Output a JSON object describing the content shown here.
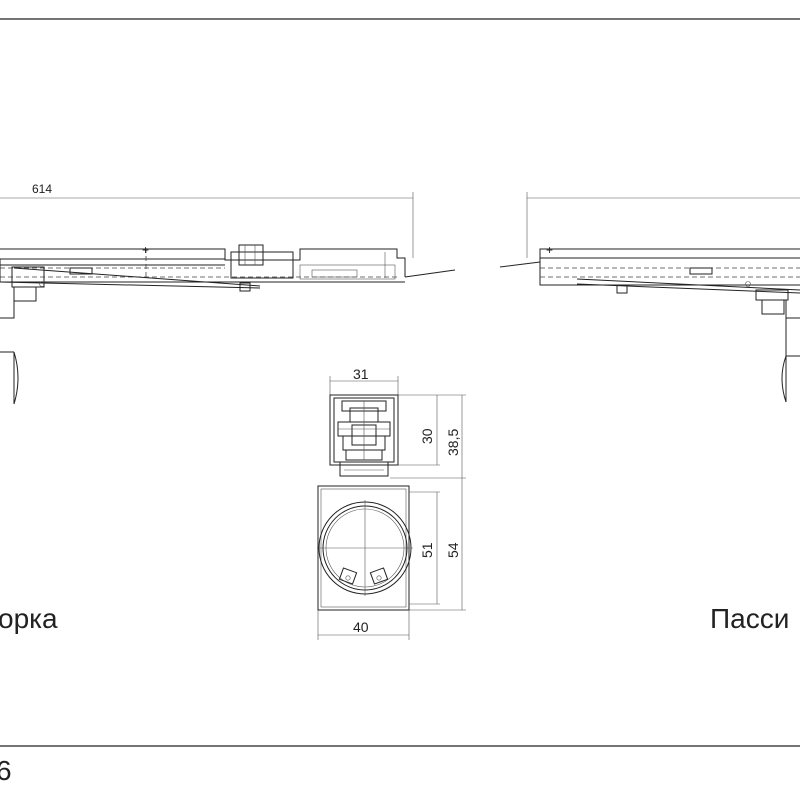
{
  "dimensions": {
    "length_top": "614",
    "profile_width": "31",
    "profile_height_inner": "30",
    "profile_height_total": "38,5",
    "adapter_width": "40",
    "adapter_inner": "51",
    "adapter_height": "54"
  },
  "captions": {
    "left": "орка",
    "right": "Пасси",
    "page_number": "6"
  }
}
